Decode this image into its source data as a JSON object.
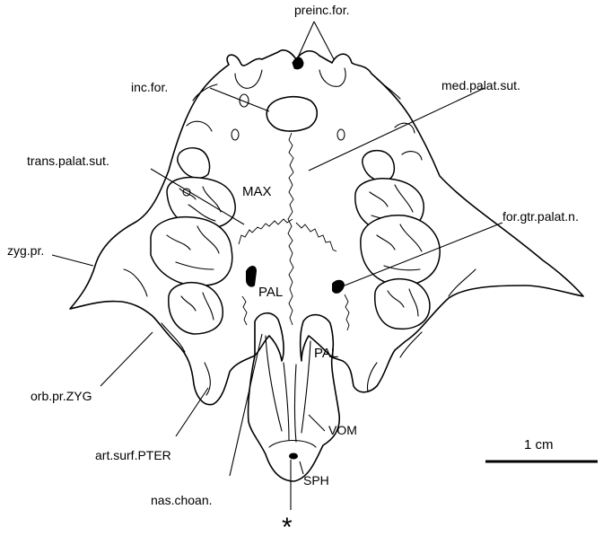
{
  "labels": {
    "preinc_for": "preinc.for.",
    "inc_for": "inc.for.",
    "med_palat_sut": "med.palat.sut.",
    "trans_palat_sut": "trans.palat.sut.",
    "max": "MAX",
    "for_gtr_palat_n": "for.gtr.palat.n.",
    "zyg_pr": "zyg.pr.",
    "pal_left": "PAL",
    "pal_right": "PAL",
    "orb_pr_zyg": "orb.pr.ZYG",
    "vom": "VOM",
    "art_surf_pter": "art.surf.PTER",
    "sph": "SPH",
    "nas_choan": "nas.choan.",
    "asterisk": "*"
  },
  "scale_bar": {
    "label": "1 cm"
  }
}
